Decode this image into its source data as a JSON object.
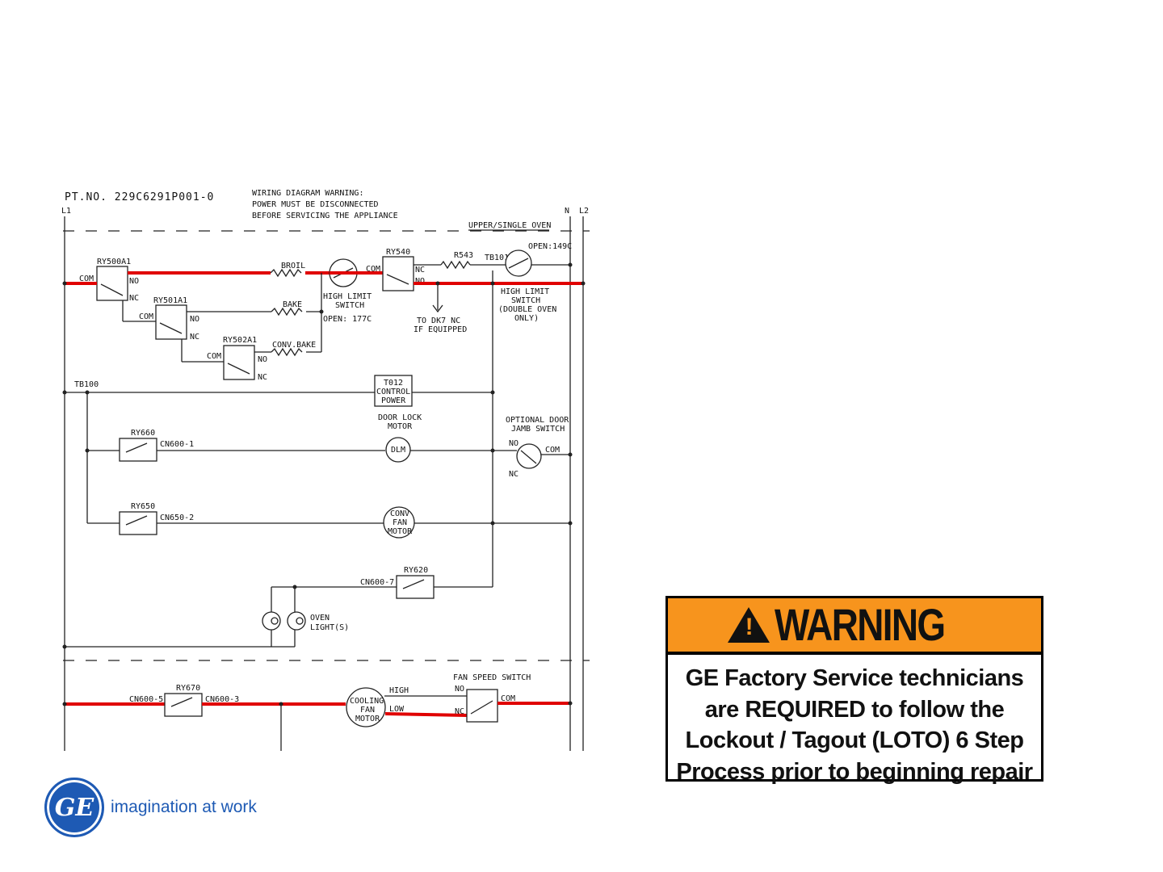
{
  "diagram": {
    "part_number": "PT.NO. 229C6291P001-0",
    "warning_line1": "WIRING DIAGRAM WARNING:",
    "warning_line2": "POWER MUST BE DISCONNECTED",
    "warning_line3": "BEFORE SERVICING THE APPLIANCE",
    "l1": "L1",
    "n": "N",
    "l2": "L2",
    "oven_label": "UPPER/SINGLE OVEN",
    "labels": {
      "ry500": "RY500A1",
      "ry501": "RY501A1",
      "ry502": "RY502A1",
      "com": "COM",
      "no": "NO",
      "nc": "NC",
      "broil": "BROIL",
      "bake": "BAKE",
      "conv_bake": "CONV.BAKE",
      "high_limit1": "HIGH LIMIT",
      "switch1": "SWITCH",
      "open177": "OPEN: 177C",
      "ry540": "RY540",
      "r543": "R543",
      "tb101": "TB101",
      "open149": "OPEN:149C",
      "high_limit2": "HIGH LIMIT",
      "switch2": "SWITCH",
      "double_oven": "(DOUBLE OVEN",
      "only": "ONLY)",
      "to_dk7": "TO DK7 NC",
      "if_equipped": "IF EQUIPPED",
      "tb100": "TB100",
      "t012": "T012",
      "control": "CONTROL",
      "power": "POWER",
      "door_lock": "DOOR LOCK",
      "motor": "MOTOR",
      "optional_door": "OPTIONAL DOOR",
      "jamb_switch": "JAMB SWITCH",
      "ry660": "RY660",
      "cn600_1": "CN600-1",
      "dlm": "DLM",
      "ry650": "RY650",
      "cn650_2": "CN650-2",
      "conv": "CONV",
      "fan": "FAN",
      "motor2": "MOTOR",
      "ry620": "RY620",
      "cn600_7": "CN600-7",
      "oven": "OVEN",
      "lights": "LIGHT(S)",
      "fan_speed": "FAN SPEED SWITCH",
      "ry670": "RY670",
      "cn600_5": "CN600-5",
      "cn600_3": "CN600-3",
      "cooling": "COOLING",
      "fan2": "FAN",
      "motor3": "MOTOR",
      "high": "HIGH",
      "low": "LOW"
    }
  },
  "warning": {
    "title": "WARNING",
    "mark": "!",
    "body": "GE Factory Service technicians are REQUIRED to follow the Lockout / Tagout (LOTO) 6 Step Process prior to beginning repair"
  },
  "logo": {
    "monogram": "GE",
    "tagline": "imagination at work"
  },
  "colors": {
    "energized": "#e00000",
    "warning_orange": "#f7941d",
    "ge_blue": "#1e5ab4"
  }
}
